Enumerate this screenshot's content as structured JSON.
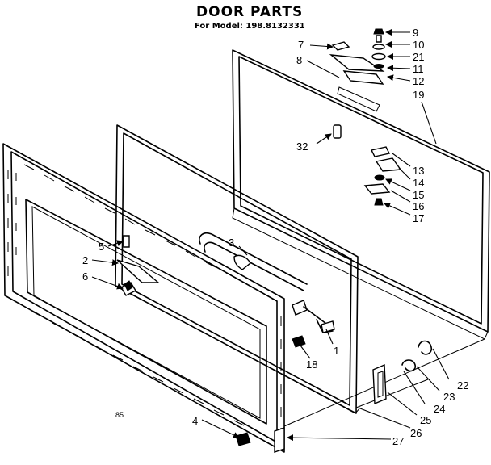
{
  "title": "DOOR PARTS",
  "subtitle": "For Model: 198.8132331",
  "corner_note": "85",
  "callouts": {
    "p1": "1",
    "p2": "2",
    "p3": "3",
    "p4": "4",
    "p5": "5",
    "p6": "6",
    "p7": "7",
    "p8": "8",
    "p9": "9",
    "p10": "10",
    "p11": "11",
    "p12": "12",
    "p13": "13",
    "p14": "14",
    "p15": "15",
    "p16": "16",
    "p17": "17",
    "p18": "18",
    "p19": "19",
    "p21": "21",
    "p22": "22",
    "p23": "23",
    "p24": "24",
    "p25": "25",
    "p26": "26",
    "p27": "27",
    "p32": "32"
  }
}
